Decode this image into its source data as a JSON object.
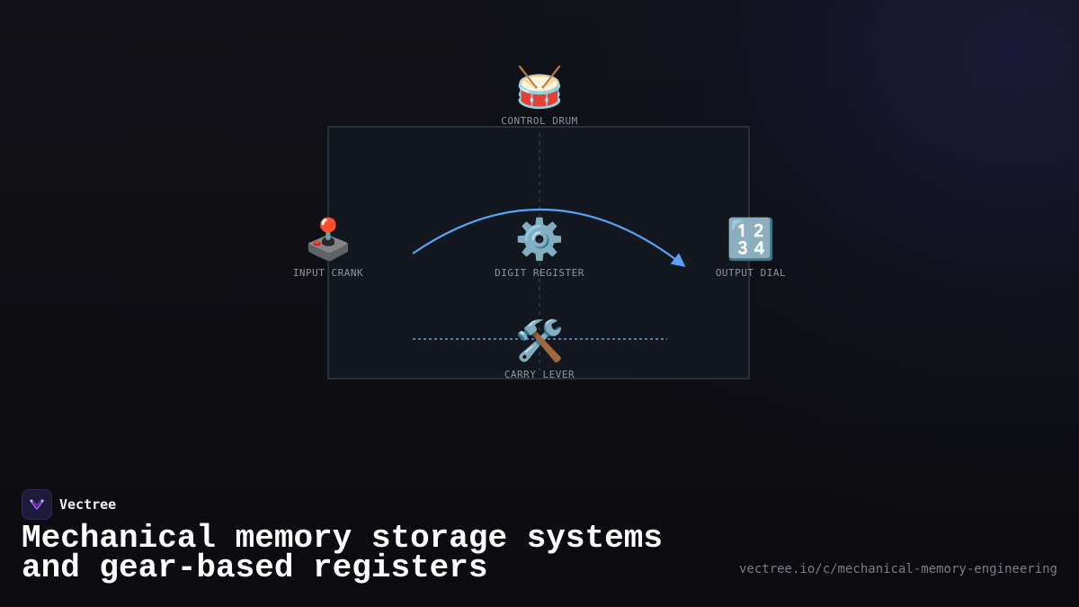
{
  "diagram": {
    "nodes": [
      {
        "id": "control-drum",
        "label": "CONTROL DRUM",
        "icon": "🥁",
        "icon_name": "drum-icon"
      },
      {
        "id": "input-crank",
        "label": "INPUT CRANK",
        "icon": "🕹️",
        "icon_name": "joystick-icon"
      },
      {
        "id": "digit-register",
        "label": "DIGIT REGISTER",
        "icon": "⚙️",
        "icon_name": "gear-icon"
      },
      {
        "id": "output-dial",
        "label": "OUTPUT DIAL",
        "icon": "🔢",
        "icon_name": "number-keypad-icon"
      },
      {
        "id": "carry-lever",
        "label": "CARRY LEVER",
        "icon": "🛠️",
        "icon_name": "tools-icon"
      }
    ],
    "edges": [
      {
        "from": "input-crank",
        "to": "output-dial",
        "style": "solid-curved-arrow"
      },
      {
        "from": "input-crank",
        "to": "output-dial",
        "style": "dotted",
        "via": "carry-lever"
      },
      {
        "from": "control-drum",
        "to": "carry-lever",
        "style": "dashed"
      }
    ]
  },
  "brand": {
    "name": "Vectree"
  },
  "title": {
    "line1": "Mechanical memory storage systems",
    "line2": "and gear-based registers"
  },
  "url": "vectree.io/c/mechanical-memory-engineering",
  "colors": {
    "background": "#0e0e12",
    "panel": "#131820",
    "panel_border": "#2a3038",
    "accent_line": "#5aa2f5",
    "dashed_line": "#3a4350",
    "label": "#8f959d",
    "brand_tile": "#1e1a3c",
    "brand_mark": "#a15cf0"
  }
}
